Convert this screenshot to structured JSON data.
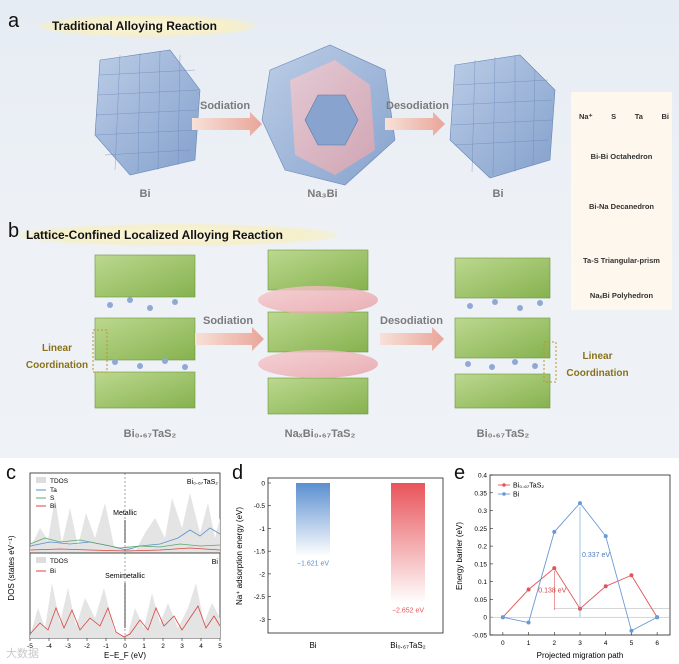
{
  "panel_a": {
    "letter": "a",
    "title": "Traditional  Alloying  Reaction",
    "captions": [
      "Bi",
      "Na₃Bi",
      "Bi"
    ],
    "arrows": [
      "Sodiation",
      "Desodiation"
    ]
  },
  "panel_b": {
    "letter": "b",
    "title": "Lattice-Confined  Localized  Alloying  Reaction",
    "captions": [
      "Bi₀.₆₇TaS₂",
      "NaₓBi₀.₆₇TaS₂",
      "Bi₀.₆₇TaS₂"
    ],
    "arrows": [
      "Sodiation",
      "Desodiation"
    ],
    "linear_left": [
      "Linear",
      "Coordination"
    ],
    "linear_right": [
      "Linear",
      "Coordination"
    ]
  },
  "legend": {
    "atoms": [
      "Na⁺",
      "S",
      "Ta",
      "Bi"
    ],
    "atom_colors": [
      "#f2b9c4",
      "#f3e06a",
      "#8fc05a",
      "#7ea3d6"
    ],
    "items": [
      "Bi-Bi Octahedron",
      "Bi-Na Decanedron",
      "Ta-S Triangular-prism",
      "NaₓBi Polyhedron"
    ]
  },
  "panel_c": {
    "letter": "c",
    "ylabel": "DOS (states eV⁻¹)",
    "xlabel": "E−E_F (eV)",
    "top_legend": [
      "TDOS",
      "Ta",
      "S",
      "Bi"
    ],
    "top_title": "Bi₀.₆₇TaS₂",
    "top_note": "Metallic",
    "bottom_legend": [
      "TDOS",
      "Bi"
    ],
    "bottom_title": "Bi",
    "bottom_note": "Semimetallic",
    "xticks": [
      "-5",
      "-4",
      "-3",
      "-2",
      "-1",
      "0",
      "1",
      "2",
      "3",
      "4",
      "5"
    ]
  },
  "panel_d": {
    "letter": "d",
    "ylabel": "Na⁺ adsorption energy (eV)",
    "yticks": [
      "0",
      "-0.5",
      "-1",
      "-1.5",
      "-2",
      "-2.5",
      "-3"
    ]
  },
  "panel_e": {
    "letter": "e",
    "ylabel": "Energy barrier (eV)",
    "xlabel": "Projected migration path",
    "yticks": [
      "-0.05",
      "0",
      "0.05",
      "0.1",
      "0.15",
      "0.2",
      "0.25",
      "0.3",
      "0.35",
      "0.4"
    ],
    "xticks": [
      "0",
      "1",
      "2",
      "3",
      "4",
      "5",
      "6"
    ],
    "ann_bi": "0.337 eV",
    "ann_bts": "0.138 eV"
  },
  "chart_data": [
    {
      "type": "bar",
      "categories": [
        "Bi",
        "Bi₀.₆₇TaS₂"
      ],
      "values": [
        -1.621,
        -2.652
      ],
      "labels": [
        "−1.621 eV",
        "−2.652 eV"
      ],
      "colors": [
        "#5b8fd0",
        "#e8545a"
      ],
      "title": "",
      "xlabel": "",
      "ylabel": "Na⁺ adsorption energy (eV)",
      "ylim": [
        0,
        -3.3
      ]
    },
    {
      "type": "line",
      "x": [
        0,
        1,
        2,
        3,
        4,
        5,
        6
      ],
      "series": [
        {
          "name": "Bi₀.₆₇TaS₂",
          "color": "#e0555a",
          "values": [
            0,
            0.078,
            0.138,
            0.024,
            0.087,
            0.118,
            0
          ]
        },
        {
          "name": "Bi",
          "color": "#6a9ad6",
          "values": [
            0,
            -0.015,
            0.24,
            0.321,
            0.228,
            -0.038,
            0
          ]
        }
      ],
      "title": "",
      "xlabel": "Projected migration path",
      "ylabel": "Energy barrier (eV)",
      "xlim": [
        -0.5,
        6.5
      ],
      "ylim": [
        -0.05,
        0.4
      ]
    }
  ]
}
